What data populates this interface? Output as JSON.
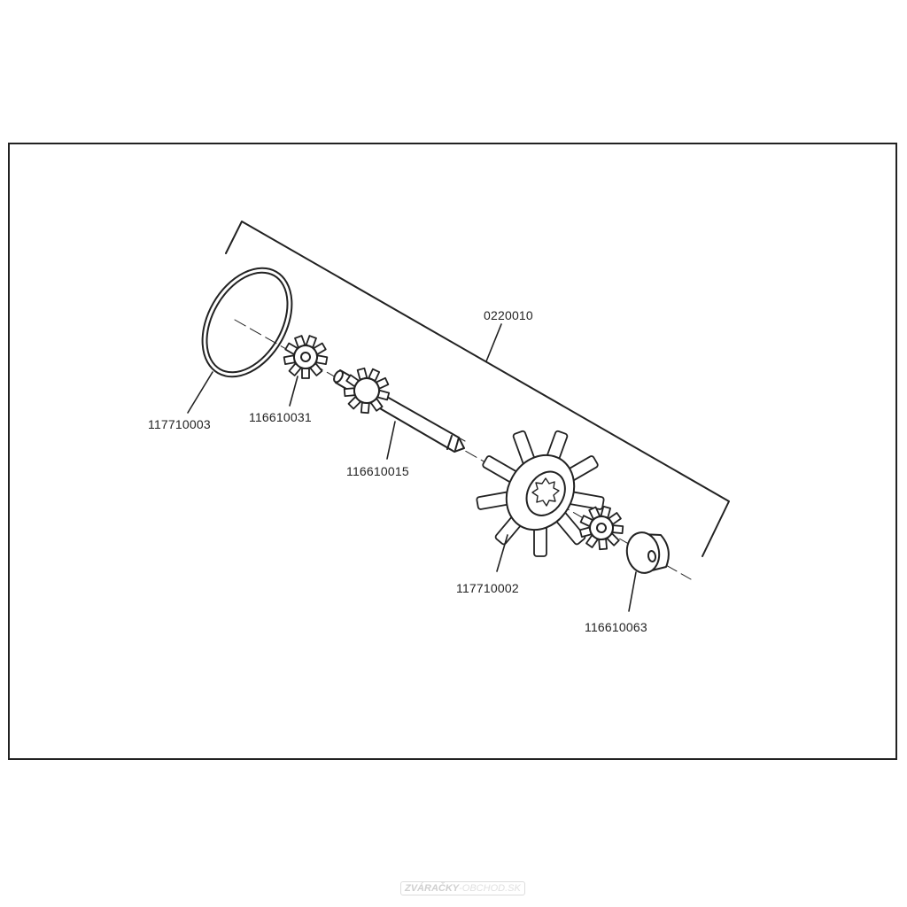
{
  "labels": {
    "assembly": "0220010",
    "oring": "117710003",
    "gear_small": "116610031",
    "shaft": "116610015",
    "impeller": "117710002",
    "bushing": "116610063"
  },
  "watermark": {
    "brand": "ZVÁRAČKY",
    "rest": "-OBCHOD.SK"
  },
  "colors": {
    "line": "#222222",
    "background": "#ffffff"
  }
}
